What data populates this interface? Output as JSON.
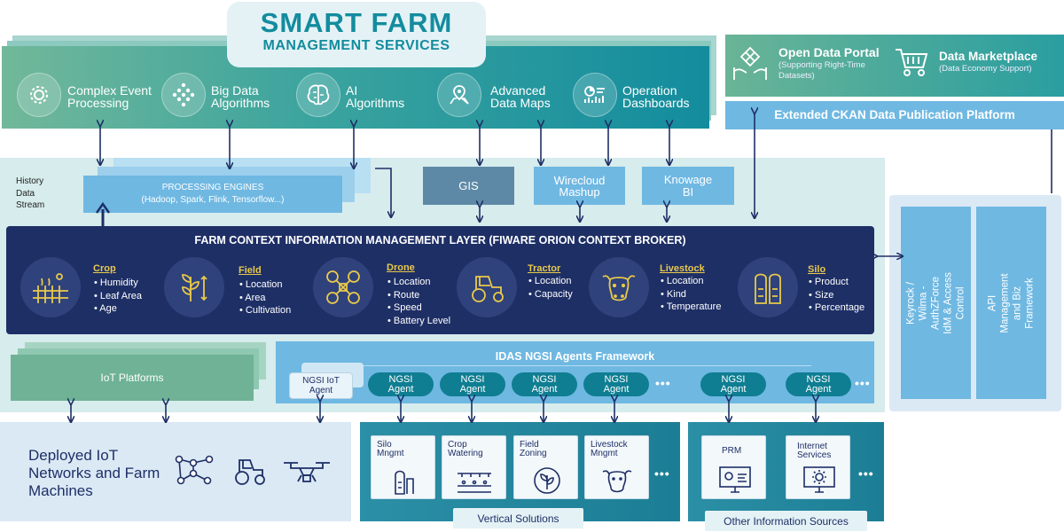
{
  "title": {
    "line1": "SMART FARM",
    "line2": "MANAGEMENT SERVICES"
  },
  "tools": [
    {
      "label": "Complex Event Processing",
      "icon": "gear-icon"
    },
    {
      "label": "Big Data Algorithms",
      "icon": "diamond-network-icon"
    },
    {
      "label": "AI Algorithms",
      "icon": "brain-icon"
    },
    {
      "label": "Advanced Data Maps",
      "icon": "map-pin-icon"
    },
    {
      "label": "Operation Dashboards",
      "icon": "dashboard-icon"
    }
  ],
  "open_data_portal": {
    "title": "Open Data Portal",
    "subtitle": "(Supporting Right-Time Datasets)"
  },
  "data_marketplace": {
    "title": "Data Marketplace",
    "subtitle": "(Data Economy Support)"
  },
  "ckan": "Extended CKAN Data Publication Platform",
  "history": "History Data Stream",
  "processing": {
    "title": "PROCESSING ENGINES",
    "subtitle": "(Hadoop, Spark, Flink, Tensorflow...)"
  },
  "gis": "GIS",
  "wirecloud": "Wirecloud Mashup",
  "knowage": "Knowage BI",
  "context_layer": "FARM CONTEXT INFORMATION MANAGEMENT LAYER (FIWARE ORION CONTEXT BROKER)",
  "entities": [
    {
      "title": "Crop",
      "attrs": [
        "• Humidity",
        "• Leaf Area",
        "• Age"
      ],
      "icon": "crop-field-icon"
    },
    {
      "title": "Field",
      "attrs": [
        "• Location",
        "• Area",
        "• Cultivation"
      ],
      "icon": "plant-icon"
    },
    {
      "title": "Drone",
      "attrs": [
        "• Location",
        "• Route",
        "• Speed",
        "• Battery Level"
      ],
      "icon": "drone-icon"
    },
    {
      "title": "Tractor",
      "attrs": [
        "• Location",
        "• Capacity"
      ],
      "icon": "tractor-icon"
    },
    {
      "title": "Livestock",
      "attrs": [
        "• Location",
        "• Kind",
        "• Temperature"
      ],
      "icon": "cow-icon"
    },
    {
      "title": "Silo",
      "attrs": [
        "• Product",
        "• Size",
        "• Percentage"
      ],
      "icon": "silo-icon"
    }
  ],
  "keyrock": "Keyrock / Wilma - AuthZForce IdM & Access Control",
  "api_mgmt": "API Management and Biz Framework",
  "iot_platforms": "IoT Platforms",
  "idas": "IDAS NGSI Agents Framework",
  "ngsi_iot_agent": "NGSI IoT Agent",
  "ngsi_agent": "NGSI Agent",
  "dots": "•••",
  "deployed": "Deployed IoT Networks and Farm Machines",
  "vertical_cards": [
    "Silo Mngmt",
    "Crop Watering",
    "Field Zoning",
    "Livestock Mngmt"
  ],
  "vertical_label": "Vertical Solutions",
  "other_cards": [
    "PRM",
    "Internet Services"
  ],
  "other_label": "Other Information Sources",
  "colors": {
    "navy": "#1e2f66",
    "teal": "#138c9e",
    "green": "#72b89a",
    "light_blue": "#6fb8e2",
    "pale": "#d7ecec",
    "gold": "#e9c94b"
  }
}
